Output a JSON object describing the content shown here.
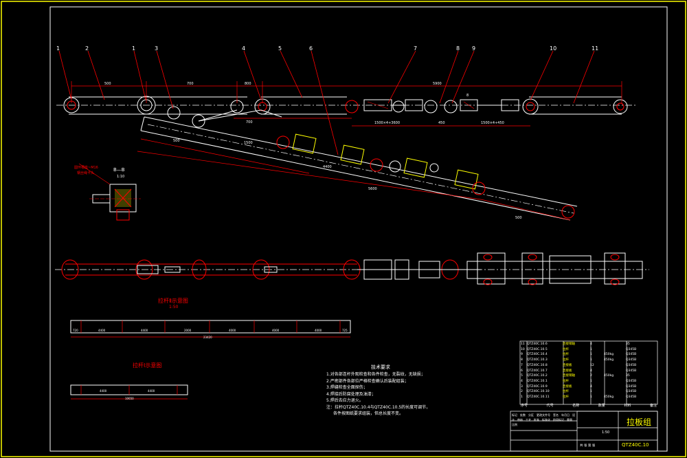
{
  "drawing": {
    "title": "拉板组",
    "drawing_no": "QTZ40C.10",
    "colors": {
      "background": "#000000",
      "frame": "#ffff00",
      "outline": "#ffffff",
      "dimension": "#ff0000",
      "section_fill": "#ffff00"
    }
  },
  "balloons": [
    "1",
    "2",
    "1",
    "3",
    "4",
    "5",
    "6",
    "7",
    "8",
    "9",
    "10",
    "11"
  ],
  "top_view": {
    "dimensions": [
      "500",
      "700",
      "800",
      "5900",
      "700",
      "1500×4+3600",
      "450",
      "1500×4+450",
      "4400",
      "5600",
      "1500",
      "500",
      "500",
      "8"
    ]
  },
  "section": {
    "label": "B—B",
    "scale": "1:10",
    "note": [
      "圆环槽座~M16",
      "钢丝绳卡头"
    ]
  },
  "diagram_a": {
    "title": "拉杆Ⅱ示意图",
    "scale": "1:50",
    "segments": [
      "720",
      "4400",
      "4400",
      "2000",
      "4000",
      "4000",
      "4000",
      "725"
    ],
    "total": "23420"
  },
  "diagram_b": {
    "title": "拉杆I示意图",
    "segments": [
      "4400",
      "4400"
    ],
    "total": "10650"
  },
  "notes": {
    "heading": "技术要求",
    "items": [
      "1.对各部连杆外观检查和各件检查，无裂纹，无缺损；",
      "2.严密部件各部位严格检查确认后装配组装；",
      "3.焊缝检查全面探伤；",
      "4.焊接后防腐处理及油漆；",
      "5.焊后去应力退火。"
    ],
    "footnote": [
      "注：拉杆QTZ40C.10.4与QTZ40C.10.5的长度可调节，",
      "各件按图纸要求组装，但总长度不变。"
    ]
  },
  "parts_list": {
    "rows": [
      [
        "11",
        "QTZ40C.10.6",
        "连接销轴",
        "4",
        "",
        "35"
      ],
      [
        "10",
        "QTZ40C.10.5",
        "拉杆",
        "1",
        "",
        "Q345B"
      ],
      [
        "9",
        "QTZ40C.10.4",
        "拉杆",
        "1",
        "450kg",
        "Q345B"
      ],
      [
        "8",
        "QTZ40C.10.3",
        "拉杆",
        "1",
        "450kg",
        "Q345B"
      ],
      [
        "7",
        "QTZ40C.10.8",
        "连接板",
        "12",
        "",
        "Q345B"
      ],
      [
        "6",
        "QTZ40C.10.7",
        "连接板",
        "4",
        "",
        "Q345B"
      ],
      [
        "5",
        "QTZ40C.10.2",
        "连接销轴",
        "2",
        "450kg",
        "35"
      ],
      [
        "4",
        "QTZ40C.10.1",
        "拉杆",
        "1",
        "",
        "Q345B"
      ],
      [
        "3",
        "QTZ40C.10.9",
        "连接板",
        "4",
        "",
        "Q345B"
      ],
      [
        "2",
        "QTZ40C.10.10",
        "拉杆",
        "1",
        "",
        "Q345B"
      ],
      [
        "1",
        "QTZ40C.10.11",
        "拉杆",
        "1",
        "450kg",
        "Q345B"
      ]
    ],
    "header": [
      "序号",
      "代号",
      "名称",
      "数量",
      "材料",
      "备注"
    ]
  },
  "title_block": {
    "labels": [
      "标记",
      "处数",
      "分区",
      "更改文件号",
      "签名",
      "年月日",
      "设计",
      "审核",
      "工艺",
      "批准",
      "标准化",
      "阶段标记",
      "重量",
      "比例"
    ],
    "scale": "1:50",
    "sheet": "共 张 第 张"
  }
}
